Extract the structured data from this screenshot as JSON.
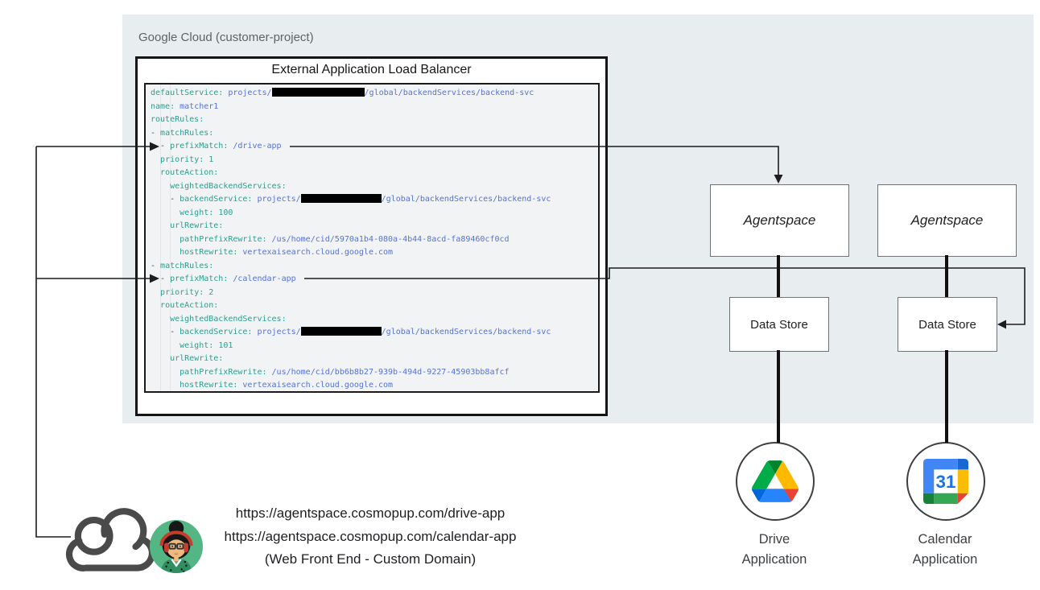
{
  "panel": {
    "title": "Google Cloud (customer-project)"
  },
  "load_balancer": {
    "title": "External Application Load Balancer",
    "code_lines": [
      [
        {
          "c": "k",
          "t": "defaultService:"
        },
        {
          "c": "p",
          "t": " "
        },
        {
          "c": "s",
          "t": "projects/"
        },
        {
          "c": "r",
          "w": 115
        },
        {
          "c": "s",
          "t": "/global/backendServices/backend-svc"
        }
      ],
      [
        {
          "c": "k",
          "t": "name:"
        },
        {
          "c": "p",
          "t": " "
        },
        {
          "c": "s",
          "t": "matcher1"
        }
      ],
      [
        {
          "c": "k",
          "t": "routeRules:"
        }
      ],
      [
        {
          "c": "p",
          "t": "- "
        },
        {
          "c": "k",
          "t": "matchRules:"
        }
      ],
      [
        {
          "c": "p",
          "t": "  - "
        },
        {
          "c": "k",
          "t": "prefixMatch:"
        },
        {
          "c": "p",
          "t": " "
        },
        {
          "c": "s",
          "t": "/drive-app"
        }
      ],
      [
        {
          "c": "p",
          "t": "  "
        },
        {
          "c": "k",
          "t": "priority:"
        },
        {
          "c": "p",
          "t": " "
        },
        {
          "c": "n",
          "t": "1"
        }
      ],
      [
        {
          "c": "p",
          "t": "  "
        },
        {
          "c": "k",
          "t": "routeAction:"
        }
      ],
      [
        {
          "c": "p",
          "t": "    "
        },
        {
          "c": "k",
          "t": "weightedBackendServices:"
        }
      ],
      [
        {
          "c": "p",
          "t": "    - "
        },
        {
          "c": "k",
          "t": "backendService:"
        },
        {
          "c": "p",
          "t": " "
        },
        {
          "c": "s",
          "t": "projects/"
        },
        {
          "c": "r",
          "w": 100
        },
        {
          "c": "s",
          "t": "/global/backendServices/backend-svc"
        }
      ],
      [
        {
          "c": "p",
          "t": "      "
        },
        {
          "c": "k",
          "t": "weight:"
        },
        {
          "c": "p",
          "t": " "
        },
        {
          "c": "n",
          "t": "100"
        }
      ],
      [
        {
          "c": "p",
          "t": "    "
        },
        {
          "c": "k",
          "t": "urlRewrite:"
        }
      ],
      [
        {
          "c": "p",
          "t": "      "
        },
        {
          "c": "k",
          "t": "pathPrefixRewrite:"
        },
        {
          "c": "p",
          "t": " "
        },
        {
          "c": "s",
          "t": "/us/home/cid/5970a1b4-080a-4b44-8acd-fa89460cf0cd"
        }
      ],
      [
        {
          "c": "p",
          "t": "      "
        },
        {
          "c": "k",
          "t": "hostRewrite:"
        },
        {
          "c": "p",
          "t": " "
        },
        {
          "c": "s",
          "t": "vertexaisearch.cloud.google.com"
        }
      ],
      [
        {
          "c": "p",
          "t": "- "
        },
        {
          "c": "k",
          "t": "matchRules:"
        }
      ],
      [
        {
          "c": "p",
          "t": "  - "
        },
        {
          "c": "k",
          "t": "prefixMatch:"
        },
        {
          "c": "p",
          "t": " "
        },
        {
          "c": "s",
          "t": "/calendar-app"
        }
      ],
      [
        {
          "c": "p",
          "t": "  "
        },
        {
          "c": "k",
          "t": "priority:"
        },
        {
          "c": "p",
          "t": " "
        },
        {
          "c": "n",
          "t": "2"
        }
      ],
      [
        {
          "c": "p",
          "t": "  "
        },
        {
          "c": "k",
          "t": "routeAction:"
        }
      ],
      [
        {
          "c": "p",
          "t": "    "
        },
        {
          "c": "k",
          "t": "weightedBackendServices:"
        }
      ],
      [
        {
          "c": "p",
          "t": "    - "
        },
        {
          "c": "k",
          "t": "backendService:"
        },
        {
          "c": "p",
          "t": " "
        },
        {
          "c": "s",
          "t": "projects/"
        },
        {
          "c": "r",
          "w": 100
        },
        {
          "c": "s",
          "t": "/global/backendServices/backend-svc"
        }
      ],
      [
        {
          "c": "p",
          "t": "      "
        },
        {
          "c": "k",
          "t": "weight:"
        },
        {
          "c": "p",
          "t": " "
        },
        {
          "c": "n",
          "t": "101"
        }
      ],
      [
        {
          "c": "p",
          "t": "    "
        },
        {
          "c": "k",
          "t": "urlRewrite:"
        }
      ],
      [
        {
          "c": "p",
          "t": "      "
        },
        {
          "c": "k",
          "t": "pathPrefixRewrite:"
        },
        {
          "c": "p",
          "t": " "
        },
        {
          "c": "s",
          "t": "/us/home/cid/bb6b8b27-939b-494d-9227-45903bb8afcf"
        }
      ],
      [
        {
          "c": "p",
          "t": "      "
        },
        {
          "c": "k",
          "t": "hostRewrite:"
        },
        {
          "c": "p",
          "t": " "
        },
        {
          "c": "s",
          "t": "vertexaisearch.cloud.google.com"
        }
      ]
    ]
  },
  "nodes": {
    "agentspace_left": "Agentspace",
    "agentspace_right": "Agentspace",
    "datastore_left": "Data Store",
    "datastore_right": "Data Store"
  },
  "apps": {
    "drive": {
      "line1": "Drive",
      "line2": "Application"
    },
    "calendar": {
      "line1": "Calendar",
      "line2": "Application",
      "day": "31"
    }
  },
  "frontend": {
    "url_drive": "https://agentspace.cosmopup.com/drive-app",
    "url_calendar": "https://agentspace.cosmopup.com/calendar-app",
    "caption": "(Web Front End - Custom Domain)"
  },
  "icons": {
    "cloud": "cloud-icon",
    "user": "user-avatar",
    "drive": "google-drive-icon",
    "calendar": "google-calendar-icon"
  },
  "colors": {
    "panel_bg": "#e8edf0",
    "code_bg": "#f1f3f4",
    "code_key": "#2e9d8f",
    "code_value": "#5573d2",
    "redaction": "#000000",
    "calendar_blue": "#4285f4",
    "calendar_day_blue": "#1a73e8",
    "drive_green": "#00ac47",
    "drive_yellow": "#ffba00",
    "drive_blue": "#2684fc",
    "avatar_bg": "#55b685",
    "cloud_stroke": "#4a4a4a"
  }
}
